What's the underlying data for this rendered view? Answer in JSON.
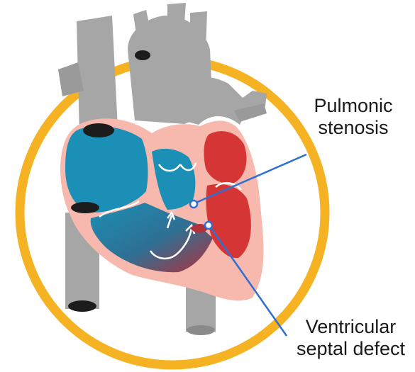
{
  "labels": {
    "pulmonic_stenosis": {
      "line1": "Pulmonic",
      "line2": "stenosis"
    },
    "ventricular_septal_defect": {
      "line1": "Ventricular",
      "line2": "septal defect"
    }
  },
  "colors": {
    "ring": "#f5b324",
    "vessel": "#a6a6a6",
    "vessel_dark": "#8a8a8a",
    "wall": "#f7b9ad",
    "deoxygenated_blood": "#1b8fb5",
    "oxygenated_blood": "#d63535",
    "pointer_line": "#2e6fd1",
    "vessel_opening": "#1c1c1c",
    "flow_arrow": "#ffffff"
  }
}
